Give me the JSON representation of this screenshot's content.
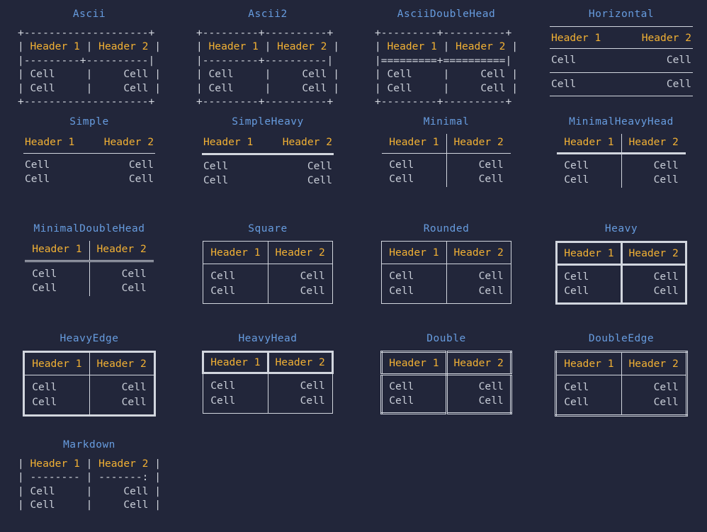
{
  "theme": {
    "background": "#22263a",
    "title_color": "#679cdf",
    "header_color": "#f2b134",
    "cell_color": "#c9ced8",
    "border_color": "#d2d6de"
  },
  "labels": {
    "header1": "Header 1",
    "header2": "Header 2",
    "cell": "Cell"
  },
  "boxes": [
    {
      "title": "Ascii",
      "kind": "ascii",
      "lines": [
        "+---------+---------+",
        "| Header 1 | Header 2 |",
        "|---------+---------|",
        "| Cell    |    Cell |",
        "| Cell    |    Cell |",
        "+---------+---------+"
      ]
    },
    {
      "title": "Ascii2",
      "kind": "ascii",
      "lines": [
        "+---------+---------+",
        "| Header 1 | Header 2 |",
        "|---------+---------|",
        "| Cell    |    Cell |",
        "| Cell    |    Cell |",
        "+---------+---------+"
      ]
    },
    {
      "title": "AsciiDoubleHead",
      "kind": "ascii",
      "lines": [
        "+---------+---------+",
        "| Header 1 | Header 2 |",
        "|=========+=========|",
        "| Cell    |    Cell |",
        "| Cell    |    Cell |",
        "+---------+---------+"
      ]
    },
    {
      "title": "Horizontal",
      "kind": "box",
      "style": "t-horizontal"
    },
    {
      "title": "Simple",
      "kind": "box",
      "style": "t-simple"
    },
    {
      "title": "SimpleHeavy",
      "kind": "box",
      "style": "t-simpleheavy"
    },
    {
      "title": "Minimal",
      "kind": "box",
      "style": "t-minimal"
    },
    {
      "title": "MinimalHeavyHead",
      "kind": "box",
      "style": "t-minimalheavyhead"
    },
    {
      "title": "MinimalDoubleHead",
      "kind": "box",
      "style": "t-minimaldoublehead"
    },
    {
      "title": "Square",
      "kind": "box",
      "style": "t-square"
    },
    {
      "title": "Rounded",
      "kind": "box",
      "style": "t-rounded"
    },
    {
      "title": "Heavy",
      "kind": "box",
      "style": "t-heavy"
    },
    {
      "title": "HeavyEdge",
      "kind": "box",
      "style": "t-heavyedge"
    },
    {
      "title": "HeavyHead",
      "kind": "box",
      "style": "t-heavyhead"
    },
    {
      "title": "Double",
      "kind": "box",
      "style": "t-double"
    },
    {
      "title": "DoubleEdge",
      "kind": "box",
      "style": "t-doubleedge"
    },
    {
      "title": "Markdown",
      "kind": "ascii",
      "lines": [
        "| Header 1 | Header 2 |",
        "| -------- | -------: |",
        "| Cell     |     Cell |",
        "| Cell     |     Cell |"
      ]
    }
  ]
}
